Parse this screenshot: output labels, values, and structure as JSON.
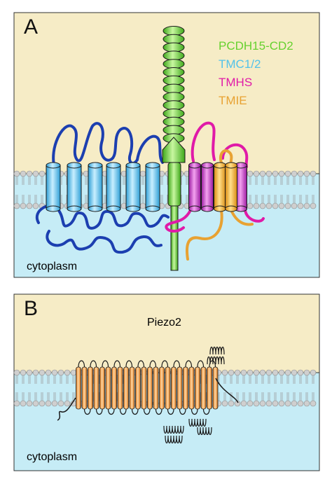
{
  "panel_a": {
    "letter": "A",
    "region_label": "cytoplasm",
    "legend": [
      {
        "label": "PCDH15-CD2",
        "color": "#66d12f"
      },
      {
        "label": "TMC1/2",
        "color": "#52c2ea"
      },
      {
        "label": "TMHS",
        "color": "#e01aa8"
      },
      {
        "label": "TMIE",
        "color": "#e8a232"
      }
    ]
  },
  "panel_b": {
    "letter": "B",
    "protein_label": "Piezo2",
    "region_label": "cytoplasm",
    "protein_color": "#f0902a"
  },
  "colors": {
    "extracellular": "#f6ecc6",
    "cytoplasm": "#c6ecf6",
    "lipid_head": "#cfcfcf",
    "tmc_loop": "#1c3fb0",
    "outline": "#1a1a1a"
  }
}
